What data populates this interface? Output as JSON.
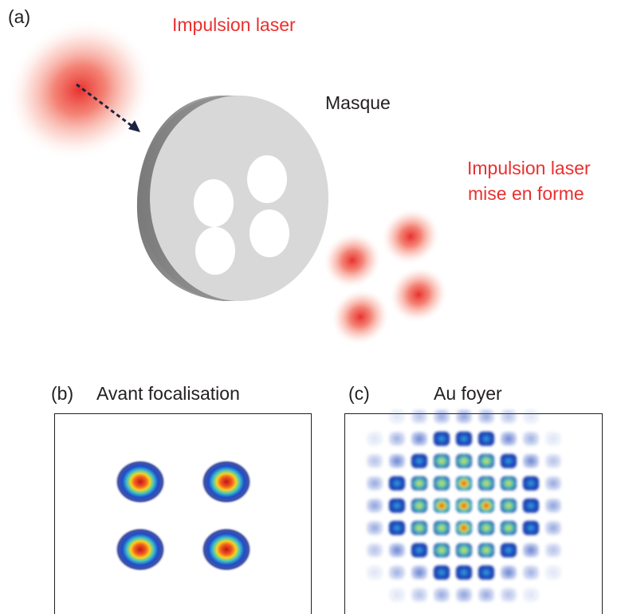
{
  "panel_a": {
    "tag": "(a)",
    "incoming_label": "Impulsion laser",
    "mask_label": "Masque",
    "outgoing_label_line1": "Impulsion laser",
    "outgoing_label_line2": "mise en forme",
    "mask_hole_count": 4,
    "output_spot_count": 4
  },
  "panel_b": {
    "tag": "(b)",
    "title": "Avant focalisation",
    "spot_count": 4
  },
  "panel_c": {
    "tag": "(c)",
    "title": "Au foyer"
  },
  "colors": {
    "label_red": "#e8312f",
    "text": "#231f20",
    "arrow": "#1a2340",
    "mask_face": "#d8d8d8",
    "mask_side": "#8a8a8a",
    "spot_core": "#e8312f"
  }
}
